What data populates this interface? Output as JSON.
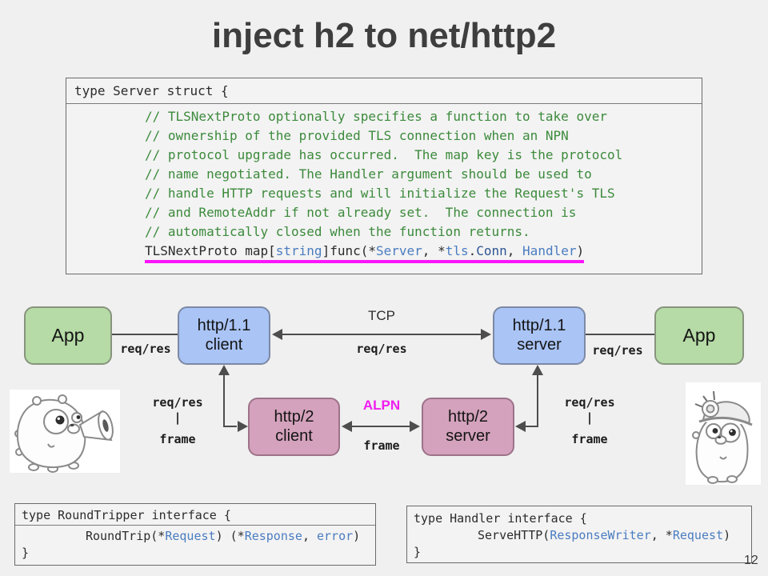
{
  "title": "inject h2 to net/http2",
  "page_number": "12",
  "colors": {
    "accent_magenta": "#f01ef0",
    "underline_magenta": "#fb15fb",
    "comment_green": "#3c8a3c",
    "identifier_blue": "#4a7cc0",
    "box_green": "#b6dba6",
    "box_blue": "#a9c4f5",
    "box_pink": "#d4a2bc"
  },
  "server_struct": {
    "header": "type Server struct {",
    "comments": [
      "// TLSNextProto optionally specifies a function to take over",
      "// ownership of the provided TLS connection when an NPN",
      "// protocol upgrade has occurred.  The map key is the protocol",
      "// name negotiated. The Handler argument should be used to",
      "// handle HTTP requests and will initialize the Request's TLS",
      "// and RemoteAddr if not already set.  The connection is",
      "// automatically closed when the function returns."
    ],
    "signature": {
      "s0": "TLSNextProto map[",
      "s1": "string",
      "s2": "]func(*",
      "s3": "Server",
      "s4": ", *",
      "s5": "tls",
      "s6": ".",
      "s7": "Conn",
      "s8": ", ",
      "s9": "Handler",
      "s10": ")"
    }
  },
  "diagram": {
    "boxes": {
      "app_left": "App",
      "http11_client": "http/1.1\nclient",
      "http11_server": "http/1.1\nserver",
      "app_right": "App",
      "http2_client": "http/2\nclient",
      "http2_server": "http/2\nserver"
    },
    "labels": {
      "tcp": "TCP",
      "alpn": "ALPN",
      "req_res": "req/res",
      "frame": "frame",
      "pipe": "|"
    },
    "icons": {
      "left": "gopher-megaphone-icon",
      "right": "gopher-miner-helmet-icon"
    }
  },
  "roundtripper": {
    "header": "type RoundTripper interface {",
    "signature": {
      "s0": "RoundTrip(*",
      "s1": "Request",
      "s2": ") (*",
      "s3": "Response",
      "s4": ", ",
      "s5": "error",
      "s6": ")"
    },
    "close": "}"
  },
  "handler": {
    "header": "type Handler interface {",
    "signature": {
      "s0": "ServeHTTP(",
      "s1": "ResponseWriter",
      "s2": ", *",
      "s3": "Request",
      "s4": ")"
    },
    "close": "}"
  }
}
